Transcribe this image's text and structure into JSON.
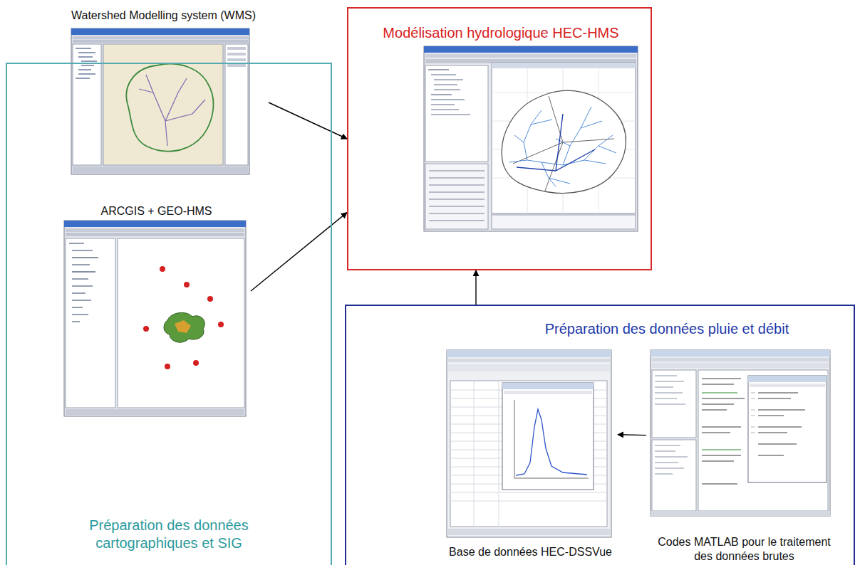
{
  "diagram": {
    "nodes": [
      {
        "text": [
          "Préparation des données cartographiques et SIG"
        ]
      },
      {
        "text": [
          "Watershed Modelling system (WMS)"
        ],
        "in": 0
      },
      {
        "text": [
          "ARCGIS + GEO-HMS"
        ],
        "in": 0
      },
      {
        "text": [
          "Modélisation hydrologique HEC-HMS"
        ]
      },
      {
        "text": [
          "Préparation des données pluie et débit"
        ]
      },
      {
        "text": [
          "Base de données HEC-DSSVue"
        ],
        "in": 4
      },
      {
        "text": [
          "Codes MATLAB pour le traitement des données brutes"
        ],
        "in": 4
      }
    ],
    "edges": [
      {
        "from": 1,
        "to": 3,
        "arrow": "to"
      },
      {
        "from": 2,
        "to": 3,
        "arrow": "to"
      },
      {
        "from": 4,
        "to": 3,
        "arrow": "to"
      },
      {
        "from": 6,
        "to": 5,
        "arrow": "to"
      }
    ]
  }
}
